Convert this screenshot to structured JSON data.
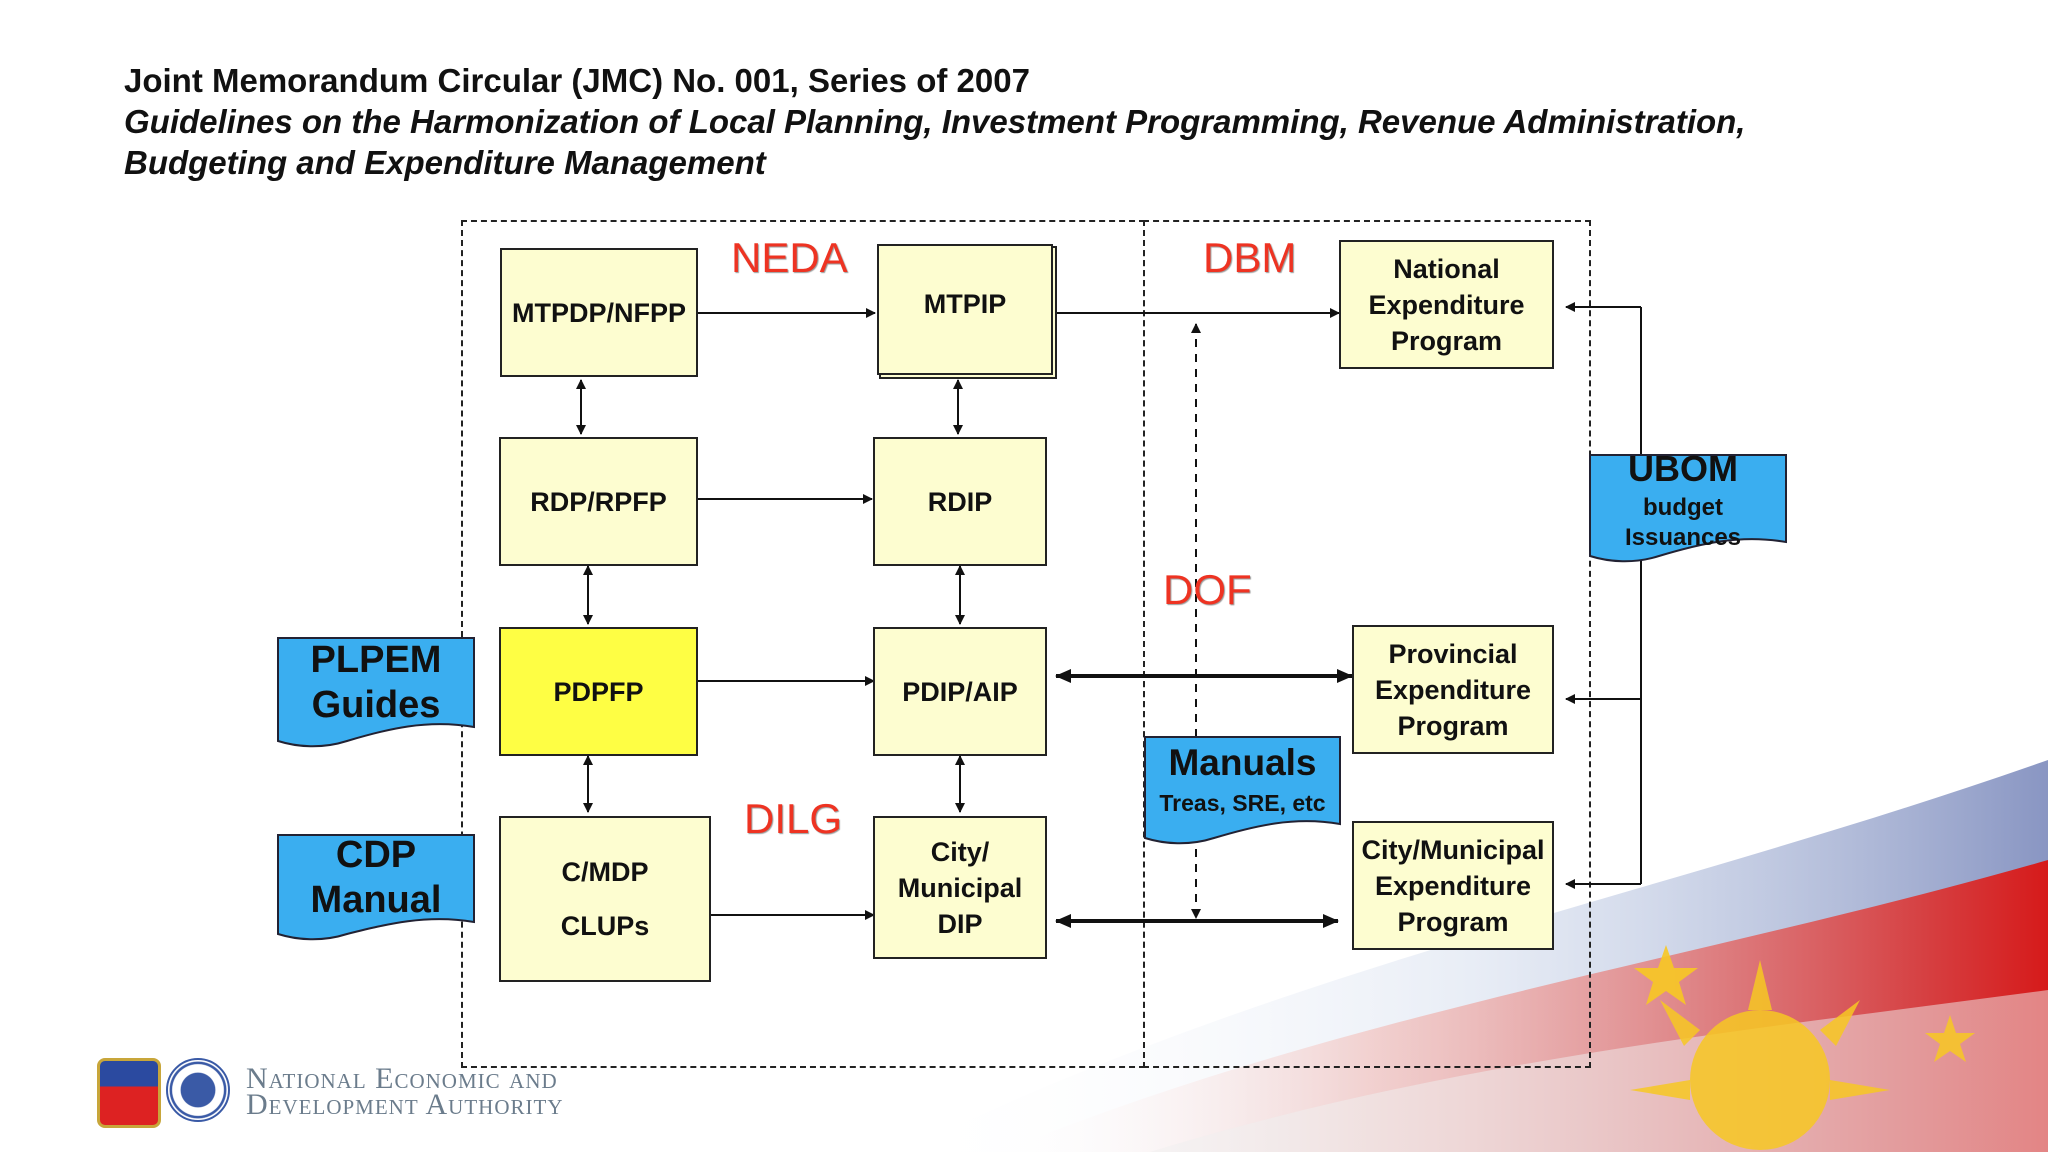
{
  "header": {
    "title_line1": "Joint Memorandum Circular (JMC) No. 001, Series of 2007",
    "title_line2": "Guidelines on the Harmonization of Local Planning, Investment Programming, Revenue Administration,",
    "title_line3": "Budgeting and Expenditure Management"
  },
  "agencies": {
    "neda": "NEDA",
    "dbm": "DBM",
    "dof": "DOF",
    "dilg": "DILG"
  },
  "nodes": {
    "mtpdp": "MTPDP/NFPP",
    "mtpip": "MTPIP",
    "rdp": "RDP/RPFP",
    "rdip": "RDIP",
    "pdpfp": "PDPFP",
    "pdip": "PDIP/AIP",
    "cmdp": "C/MDP\n\nCLUPs",
    "citydip": "City/\nMunicipal\nDIP",
    "nep": "National\nExpenditure\nProgram",
    "pep": "Provincial\nExpenditure\nProgram",
    "cmep": "City/Municipal\nExpenditure\nProgram"
  },
  "documents": {
    "plpem_line1": "PLPEM",
    "plpem_line2": "Guides",
    "cdp_line1": "CDP",
    "cdp_line2": "Manual",
    "manuals_title": "Manuals",
    "manuals_sub": "Treas, SRE, etc",
    "ubom_title": "UBOM",
    "ubom_line2": "budget",
    "ubom_line3": "Issuances"
  },
  "footer": {
    "org_line1": "National Economic and",
    "org_line2": "Development Authority"
  },
  "colors": {
    "node_fill": "#fdfdd0",
    "highlight_fill": "#fefe44",
    "doc_fill": "#3aaef0",
    "agency_red": "#ee3322"
  }
}
